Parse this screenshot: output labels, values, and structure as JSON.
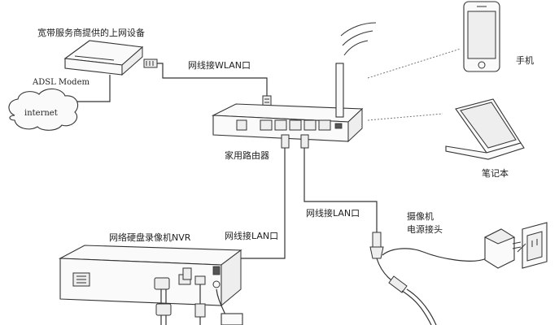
{
  "labels": {
    "isp_device": "宽带服务商提供的上网设备",
    "adsl_modem": "ADSL Modem",
    "internet": "internet",
    "wan_cable": "网线接WLAN口",
    "home_router": "家用路由器",
    "phone": "手机",
    "laptop": "笔记本",
    "lan_cable_camera": "网线接LAN口",
    "camera_power": "摄像机\n电源接头",
    "nvr": "网络硬盘录像机NVR",
    "lan_cable_nvr": "网线接LAN口"
  }
}
